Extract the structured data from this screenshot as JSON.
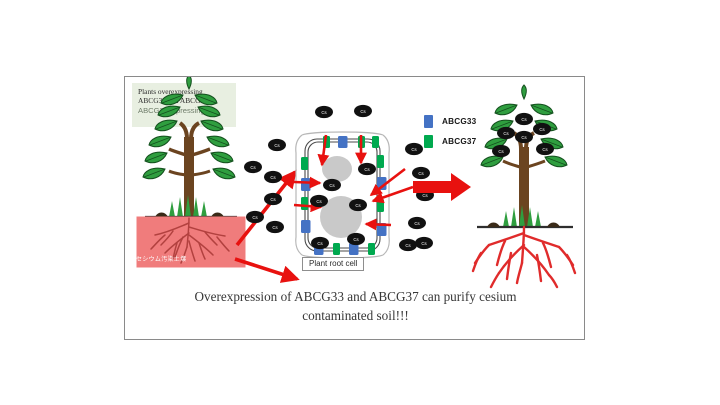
{
  "figure": {
    "overexpress_box": {
      "line1": "Plants  overexpressing",
      "line2": "ABCG33 and ABCG37",
      "line3": "ABCG37expressing",
      "background_color": "#e8efe1"
    },
    "legend": {
      "items": [
        {
          "label": "ABCG33",
          "color": "#4472c4",
          "icon": "blue-square-swatch"
        },
        {
          "label": "ABCG37",
          "color": "#00a94f",
          "icon": "green-square-swatch"
        }
      ]
    },
    "soil_label": "セシウム汚染土壌",
    "root_cell_label": "Plant root cell",
    "caption": {
      "line1": "Overexpression of ABCG33 and ABCG37 can purify cesium",
      "line2": "contaminated soil!!!"
    },
    "cesium_label": "Cs",
    "colors": {
      "arrow_red": "#e8110f",
      "contaminated_soil": "#f07c7c",
      "leaf_green": "#2f9e3f",
      "trunk_brown": "#6b4420",
      "root_red": "#e02b2b",
      "cell_gray": "#c9c9c9",
      "panel_border": "#8a8a8a"
    },
    "diagram": {
      "left_plant": {
        "name": "contaminated-plant",
        "soil_block": true,
        "root_color": "#b2413f",
        "leaf_color": "#2f9e3f"
      },
      "right_plant": {
        "name": "purified-plant",
        "soil_block": false,
        "root_color": "#e02b2b",
        "cs_in_leaves": true
      },
      "cell": {
        "name": "plant-root-cell",
        "transporters_blue": 8,
        "transporters_green": 10,
        "cs_particles_outside": 14,
        "cs_particles_inside": 5,
        "vacuoles": 2
      },
      "big_arrow": {
        "name": "transformation-arrow",
        "direction": "right",
        "color": "#e8110f"
      }
    }
  }
}
